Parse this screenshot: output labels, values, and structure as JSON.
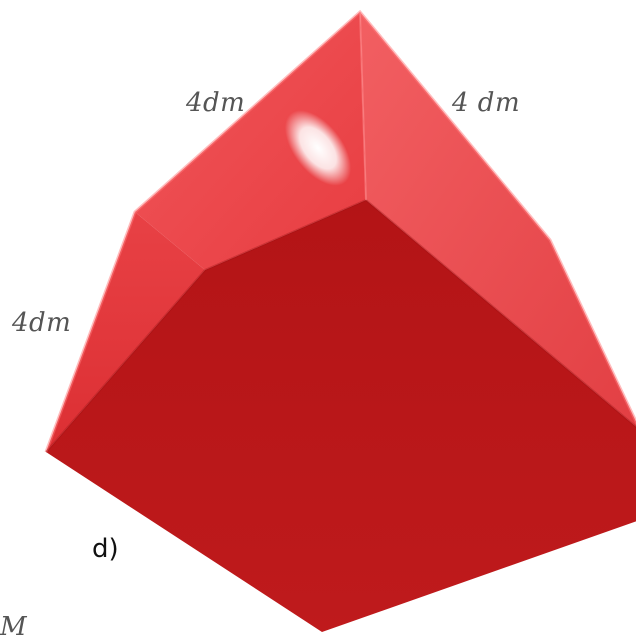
{
  "figure": {
    "edge_labels": {
      "top_left": "4dm",
      "top_right": "4 dm",
      "left": "4dm"
    },
    "figure_label": "d)",
    "cut_off_text": "M"
  },
  "colors": {
    "top_face": "#ee4b4e",
    "left_face": "#e0393d",
    "right_face": "#e94448",
    "front_face": "#b51315",
    "highlight": "#ffffff"
  }
}
